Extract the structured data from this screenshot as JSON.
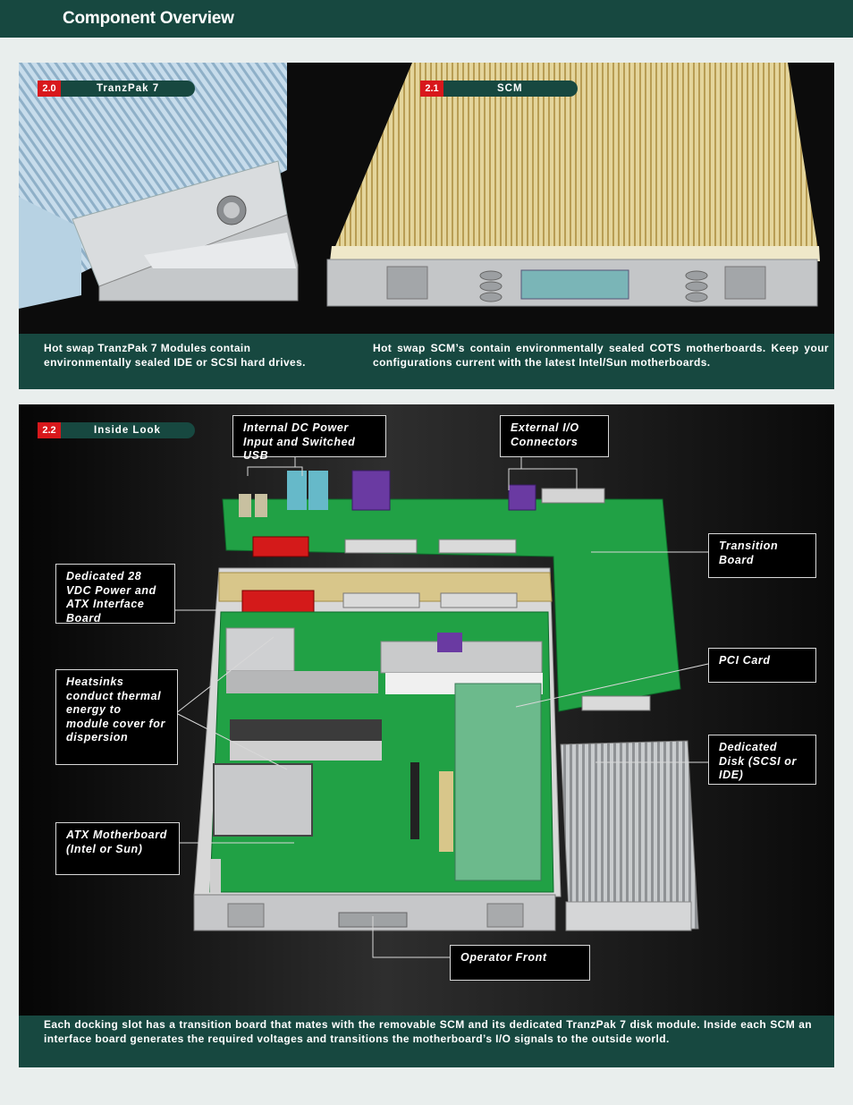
{
  "header": {
    "title": "Component Overview"
  },
  "section_top": {
    "tag_tranzpak": {
      "num": "2.0",
      "label": "TranzPak 7"
    },
    "tag_scm": {
      "num": "2.1",
      "label": "SCM"
    },
    "caption_left": "Hot swap TranzPak 7 Modules contain environmentally sealed IDE or SCSI hard drives.",
    "caption_right": "Hot swap SCM’s contain environmentally sealed COTS motherboards.  Keep your configurations current with the latest Intel/Sun motherboards."
  },
  "section_inside": {
    "tag": {
      "num": "2.2",
      "label": "Inside Look"
    },
    "callouts": {
      "dc_power": "Internal DC Power Input and Switched USB",
      "external_io": "External I/O Connectors",
      "transition_board": "Transition Board",
      "power_atx": "Dedicated 28 VDC Power and ATX Interface Board",
      "pci_card": "PCI Card",
      "heatsinks": "Heatsinks conduct thermal energy to module cover for dispersion",
      "dedicated_disk": "Dedicated Disk (SCSI or IDE)",
      "atx_motherboard": "ATX Motherboard (Intel or Sun)",
      "operator_front": "Operator Front"
    },
    "caption": "Each docking slot has a transition board that mates with the removable SCM and its dedicated TranzPak 7 disk module.  Inside each SCM an interface board generates the required voltages and transitions the motherboard’s I/O signals to the outside world."
  },
  "colors": {
    "brand_green": "#174840",
    "tag_red": "#d8181c",
    "board_green": "#1f9a44",
    "pci_green": "#6cba8c",
    "scm_gold": "#d8c68a"
  }
}
